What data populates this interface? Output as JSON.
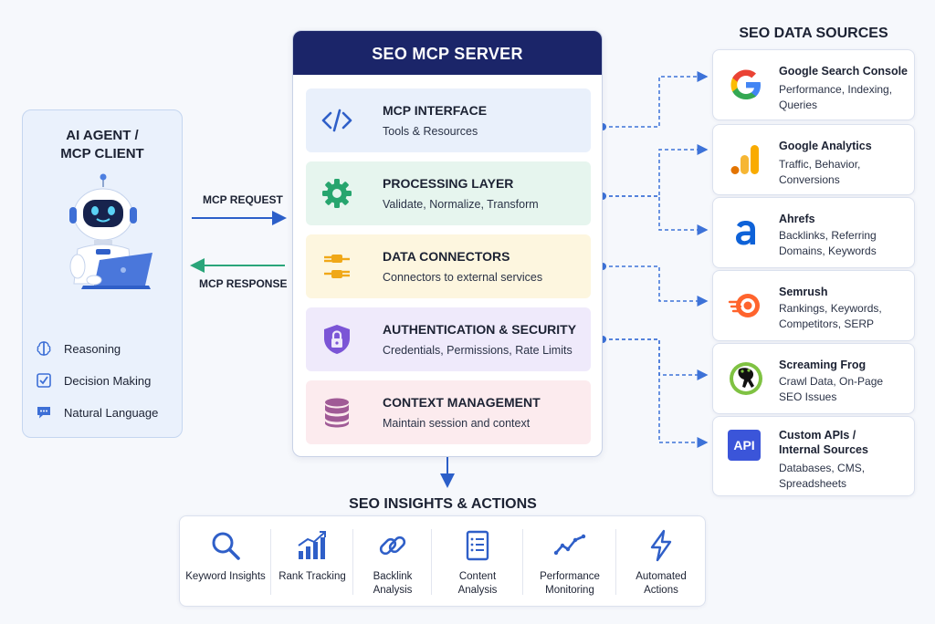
{
  "agent": {
    "title": "AI AGENT /\nMCP CLIENT",
    "capabilities": [
      {
        "label": "Reasoning",
        "icon": "brain-icon"
      },
      {
        "label": "Decision Making",
        "icon": "checkbox-icon"
      },
      {
        "label": "Natural Language",
        "icon": "chat-icon"
      }
    ]
  },
  "flows": {
    "request_label": "MCP REQUEST",
    "response_label": "MCP RESPONSE"
  },
  "server": {
    "title": "SEO MCP SERVER",
    "layers": [
      {
        "title": "MCP INTERFACE",
        "desc": "Tools & Resources",
        "icon": "code-icon",
        "bg": "#e9f0fb",
        "color": "#2f5fc8"
      },
      {
        "title": "PROCESSING LAYER",
        "desc": "Validate, Normalize, Transform",
        "icon": "gear-icon",
        "bg": "#e6f5ee",
        "color": "#27a56e"
      },
      {
        "title": "DATA CONNECTORS",
        "desc": "Connectors to external services",
        "icon": "plug-icon",
        "bg": "#fdf6df",
        "color": "#f0a818"
      },
      {
        "title": "AUTHENTICATION & SECURITY",
        "desc": "Credentials, Permissions, Rate Limits",
        "icon": "shield-lock-icon",
        "bg": "#efeafb",
        "color": "#7b55d6"
      },
      {
        "title": "CONTEXT MANAGEMENT",
        "desc": "Maintain session and context",
        "icon": "database-icon",
        "bg": "#fcebee",
        "color": "#a05a96"
      }
    ]
  },
  "sources": {
    "title": "SEO DATA SOURCES",
    "items": [
      {
        "name": "Google Search Console",
        "desc": "Performance, Indexing,\nQueries",
        "icon": "google-logo-icon"
      },
      {
        "name": "Google Analytics",
        "desc": "Traffic, Behavior,\nConversions",
        "icon": "analytics-bars-icon"
      },
      {
        "name": "Ahrefs",
        "desc": "Backlinks, Referring\nDomains, Keywords",
        "icon": "ahrefs-logo-icon"
      },
      {
        "name": "Semrush",
        "desc": "Rankings, Keywords,\nCompetitors, SERP",
        "icon": "semrush-logo-icon"
      },
      {
        "name": "Screaming Frog",
        "desc": "Crawl Data, On-Page\nSEO Issues",
        "icon": "frog-logo-icon"
      },
      {
        "name": "Custom APIs /\nInternal Sources",
        "desc": "Databases, CMS,\nSpreadsheets",
        "icon": "api-icon",
        "icon_text": "API"
      }
    ]
  },
  "insights": {
    "title": "SEO INSIGHTS & ACTIONS",
    "items": [
      {
        "label": "Keyword Insights",
        "icon": "magnifier-icon"
      },
      {
        "label": "Rank Tracking",
        "icon": "rising-bars-icon"
      },
      {
        "label": "Backlink\nAnalysis",
        "icon": "link-icon"
      },
      {
        "label": "Content\nAnalysis",
        "icon": "document-icon"
      },
      {
        "label": "Performance\nMonitoring",
        "icon": "line-chart-icon"
      },
      {
        "label": "Automated\nActions",
        "icon": "lightning-icon"
      }
    ]
  },
  "colors": {
    "navy": "#1b2569",
    "blue_arrow": "#2c5fc9",
    "green_arrow": "#2aa57a",
    "dash": "#3d72d8"
  }
}
